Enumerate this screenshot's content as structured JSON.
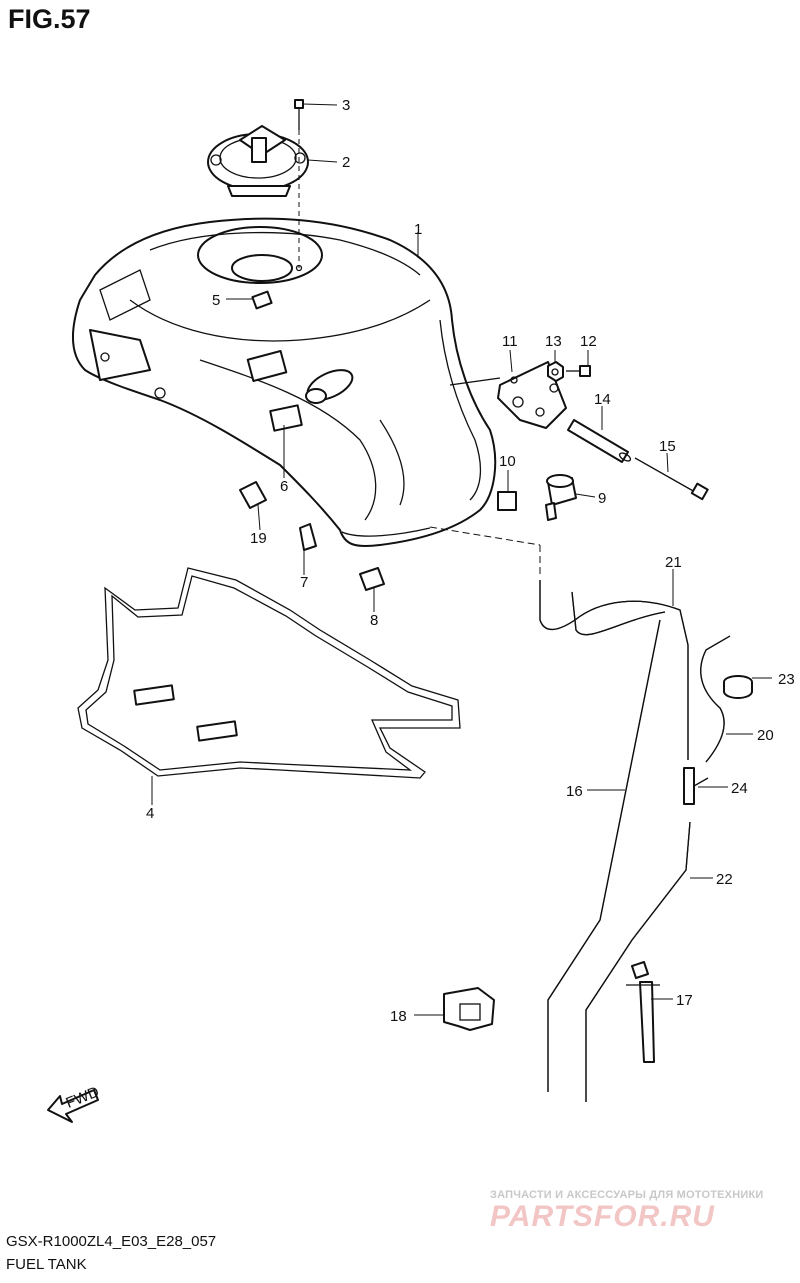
{
  "figure": {
    "title": "FIG.57"
  },
  "footer": {
    "model_code": "GSX-R1000ZL4_E03_E28_057",
    "caption": "FUEL TANK"
  },
  "fwd_label": "FWD",
  "watermark": {
    "tagline": "ЗАПЧАСТИ И АКСЕССУАРЫ ДЛЯ МОТОТЕХНИКИ",
    "logo": "PARTSFOR.RU"
  },
  "callouts": {
    "c1": "1",
    "c2": "2",
    "c3": "3",
    "c4": "4",
    "c5": "5",
    "c6": "6",
    "c7": "7",
    "c8": "8",
    "c9": "9",
    "c10": "10",
    "c11": "11",
    "c12": "12",
    "c13": "13",
    "c14": "14",
    "c15": "15",
    "c16": "16",
    "c17": "17",
    "c18": "18",
    "c19": "19",
    "c20": "20",
    "c21": "21",
    "c22": "22",
    "c23": "23",
    "c24": "24"
  }
}
